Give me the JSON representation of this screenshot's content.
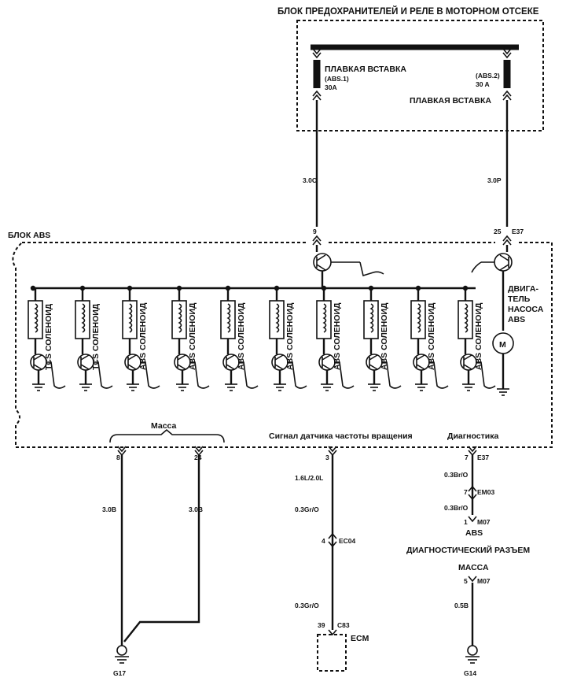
{
  "fuse_box": {
    "title": "БЛОК ПРЕДОХРАНИТЕЛЕЙ И РЕЛЕ В МОТОРНОМ ОТСЕКЕ",
    "fuse1": {
      "name": "ПЛАВКАЯ ВСТАВКА",
      "id": "(ABS.1)",
      "rating": "30A"
    },
    "fuse2": {
      "name": "ПЛАВКАЯ ВСТАВКА",
      "id": "(ABS.2)",
      "rating": "30 A"
    }
  },
  "wires": {
    "w1": "3.0O",
    "w2": "3.0P",
    "ground_a": "3.0B",
    "ground_b": "3.0B",
    "speed_1": "1.6L/2.0L",
    "speed_2": "0.3Gr/O",
    "speed_3": "0.3Gr/O",
    "diag_1": "0.3Br/O",
    "diag_2": "0.3Br/O",
    "ground_g14": "0.5B"
  },
  "abs_unit": {
    "title": "БЛОК ABS",
    "pin_left": "9",
    "pin_right": "25",
    "pin_right_conn": "E37",
    "motor_label": [
      "ДВИГА-",
      "ТЕЛЬ",
      "НАСОСА",
      "ABS"
    ],
    "motor_symbol": "M",
    "solenoids": [
      "TCS СОЛЕНОИД",
      "TCS СОЛЕНОИД",
      "ABS СОЛЕНОИД",
      "ABS СОЛЕНОИД",
      "ABS СОЛЕНОИД",
      "ABS СОЛЕНОИД",
      "ABS СОЛЕНОИД",
      "ABS СОЛЕНОИД",
      "ABS СОЛЕНОИД",
      "ABS СОЛЕНОИД"
    ]
  },
  "bottom": {
    "mass_label": "Масса",
    "mass_pin_a": "8",
    "mass_pin_b": "24",
    "speed_label": "Сигнал датчика частоты вращения",
    "speed_pin": "3",
    "ec04_pin": "4",
    "ec04_conn": "EC04",
    "c83_pin": "39",
    "c83_conn": "C83",
    "ecm": "ECM",
    "diag_label": "Диагностика",
    "diag_pin": "7",
    "diag_conn": "E37",
    "em03_pin": "7",
    "em03_conn": "EM03",
    "m07_pin": "1",
    "m07_conn": "M07",
    "abs_text": "ABS",
    "diag_connector": "ДИАГНОСТИЧЕСКИЙ РАЗЪЕМ",
    "massa": "МАССА",
    "m07b_pin": "5",
    "m07b_conn": "M07",
    "g17": "G17",
    "g14": "G14"
  }
}
